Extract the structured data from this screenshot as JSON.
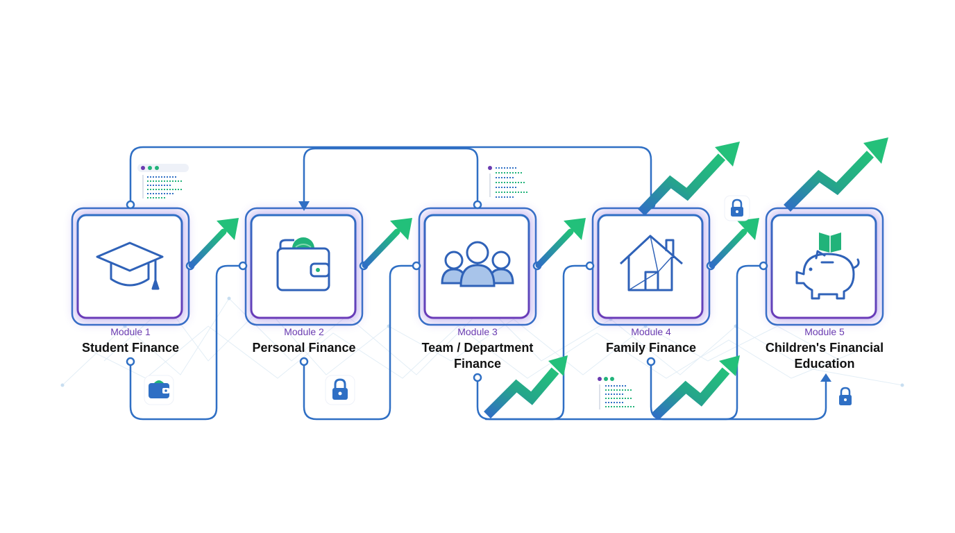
{
  "modules": [
    {
      "number": "Module 1",
      "title": "Student Finance",
      "icon": "graduation-cap-icon"
    },
    {
      "number": "Module 2",
      "title": "Personal Finance",
      "icon": "wallet-icon"
    },
    {
      "number": "Module 3",
      "title": "Team / Department Finance",
      "icon": "team-icon"
    },
    {
      "number": "Module 4",
      "title": "Family Finance",
      "icon": "house-icon"
    },
    {
      "number": "Module 5",
      "title": "Children's Financial Education",
      "icon": "piggy-bank-icon"
    }
  ],
  "colors": {
    "line": "#2f6fc4",
    "accent_purple": "#6a3bb0",
    "growth_green": "#21b37a",
    "icon_blue": "#2f62b8"
  }
}
